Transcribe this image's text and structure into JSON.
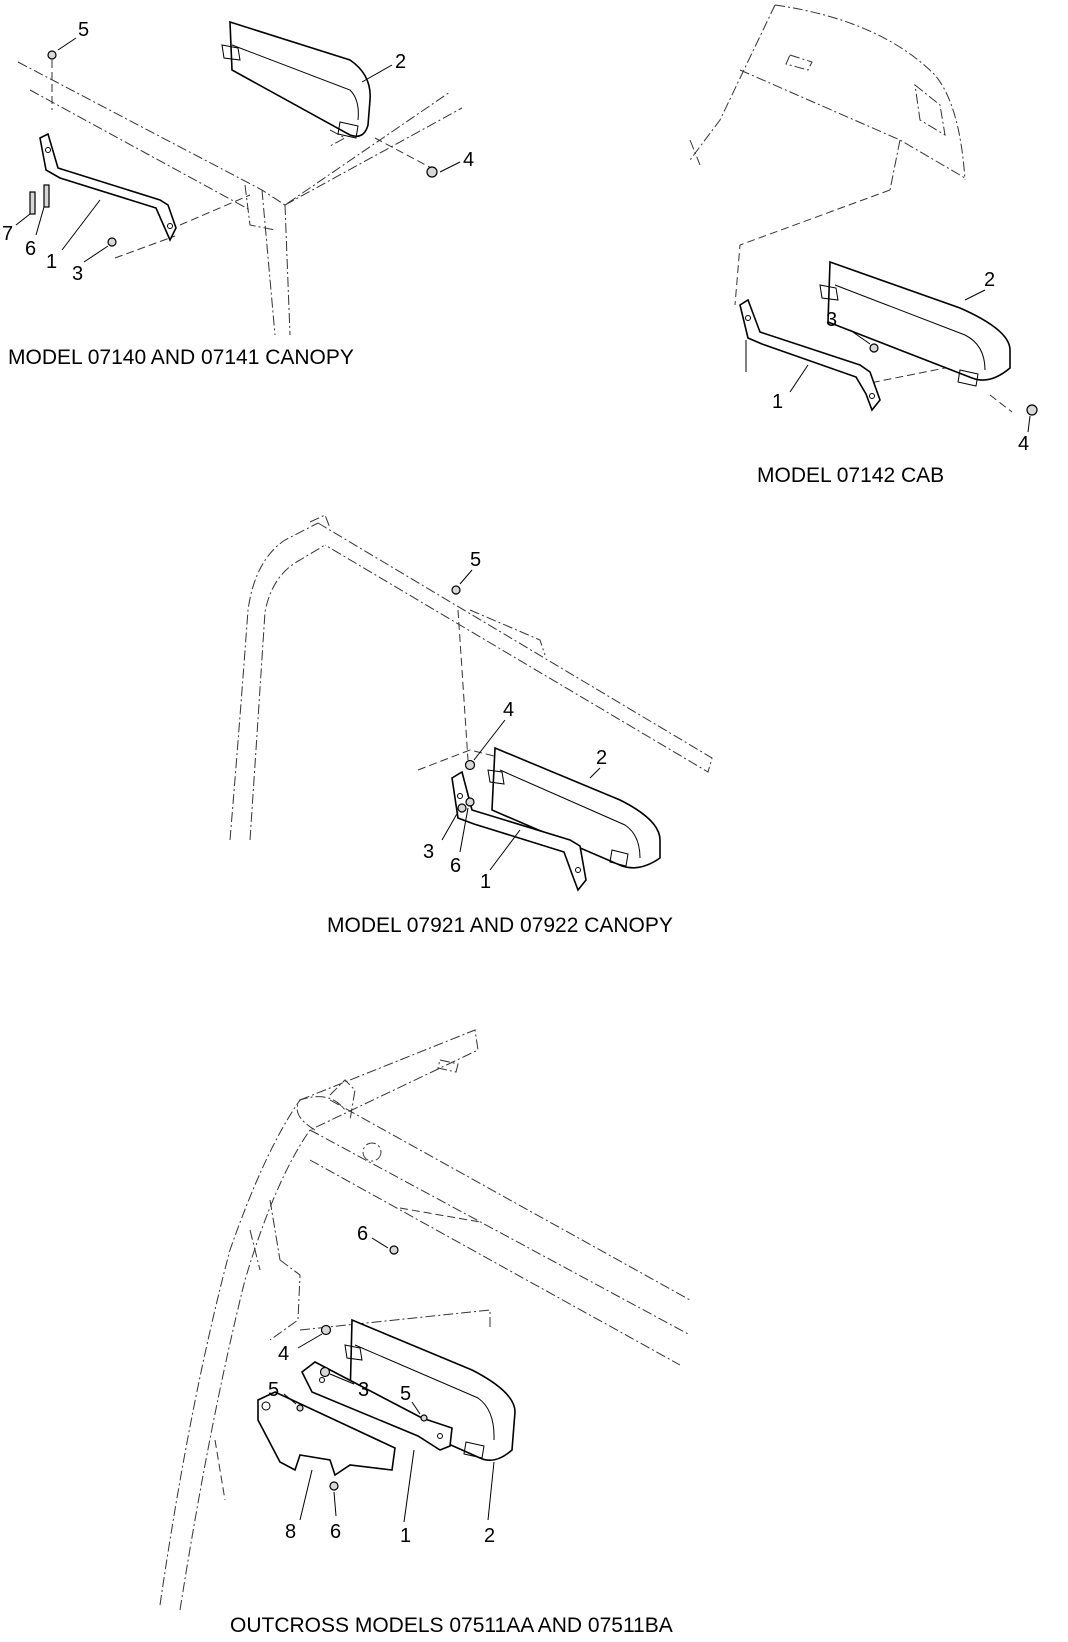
{
  "panels": [
    {
      "caption": "MODEL 07140 AND 07141 CANOPY",
      "callouts": [
        "5",
        "2",
        "4",
        "7",
        "6",
        "1",
        "3"
      ]
    },
    {
      "caption": "MODEL 07142 CAB",
      "callouts": [
        "2",
        "3",
        "1",
        "4"
      ]
    },
    {
      "caption": "MODEL 07921 AND 07922 CANOPY",
      "callouts": [
        "5",
        "4",
        "2",
        "3",
        "6",
        "1"
      ]
    },
    {
      "caption": "OUTCROSS MODELS 07511AA AND 07511BA",
      "callouts": [
        "6",
        "4",
        "5",
        "3",
        "5",
        "8",
        "6",
        "1",
        "2"
      ]
    }
  ]
}
